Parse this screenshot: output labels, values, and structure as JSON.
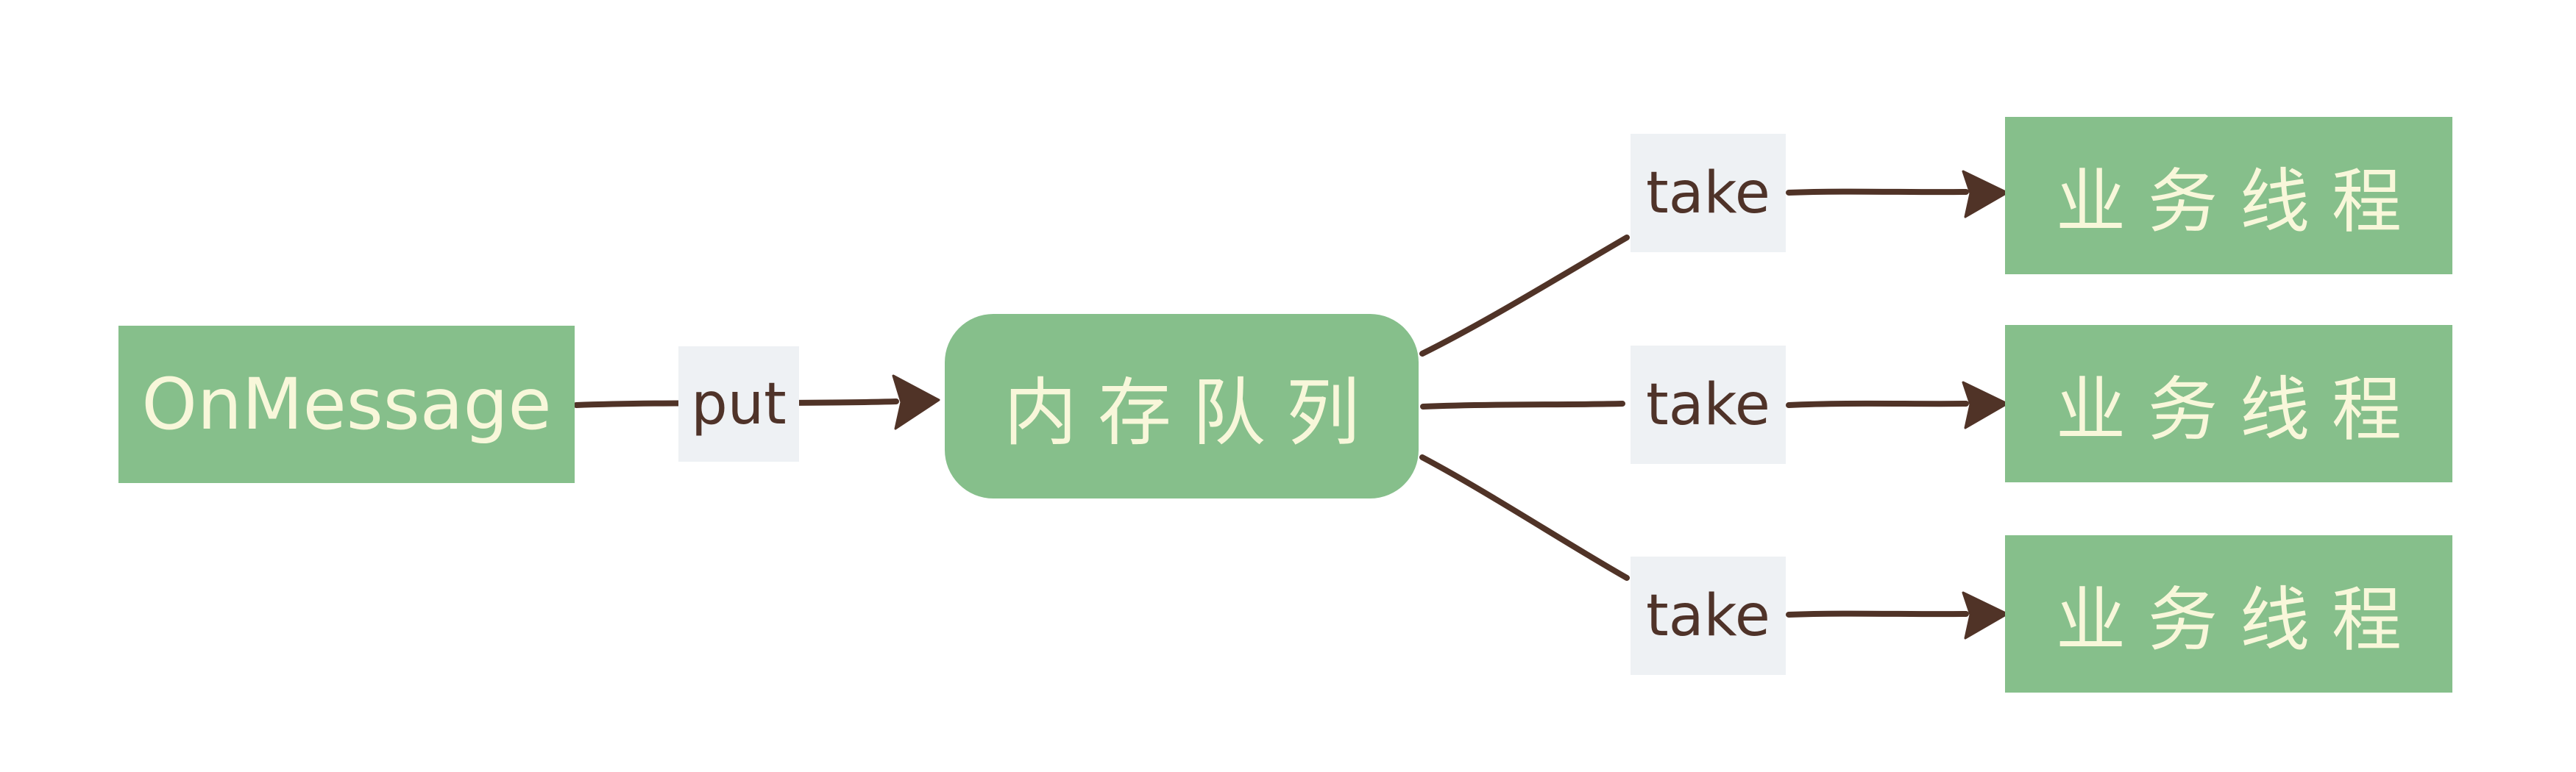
{
  "diagram": {
    "type": "flow",
    "nodes": {
      "source": {
        "label": "OnMessage"
      },
      "queue": {
        "label": "内存队列"
      },
      "workers": [
        {
          "label": "业务线程"
        },
        {
          "label": "业务线程"
        },
        {
          "label": "业务线程"
        }
      ]
    },
    "edges": {
      "put": {
        "label": "put",
        "from": "OnMessage",
        "to": "内存队列"
      },
      "takes": [
        {
          "label": "take",
          "from": "内存队列",
          "to": "业务线程"
        },
        {
          "label": "take",
          "from": "内存队列",
          "to": "业务线程"
        },
        {
          "label": "take",
          "from": "内存队列",
          "to": "业务线程"
        }
      ]
    },
    "colors": {
      "node_fill": "#86BF8B",
      "node_text": "#F8F7DA",
      "edge": "#503327",
      "label_bg": "#EEF1F4",
      "label_text": "#4F3329",
      "background": "#FFFFFF"
    }
  }
}
